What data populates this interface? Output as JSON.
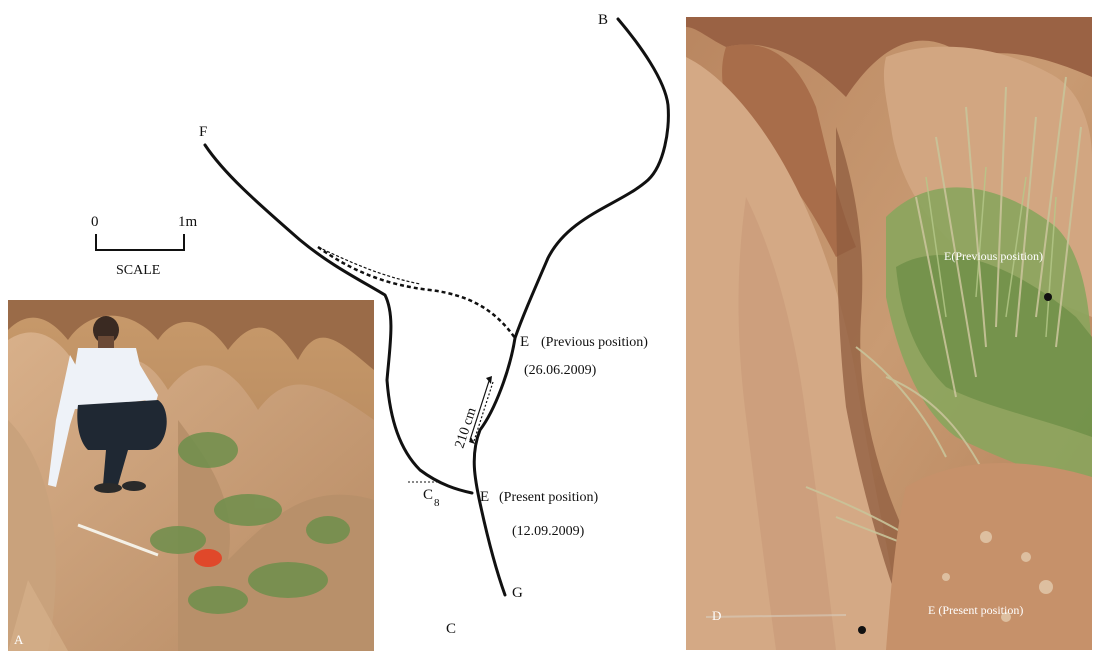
{
  "figure": {
    "panel_a_label": "A",
    "panel_c_label": "C",
    "panel_d_label": "D"
  },
  "scale_bar": {
    "start_label": "0",
    "end_label": "1m",
    "caption": "SCALE"
  },
  "sketch": {
    "point_b": "B",
    "point_f": "F",
    "point_g": "G",
    "point_c": "C",
    "point_c_subscript": "8",
    "point_e_previous": "E",
    "previous_position_label": "(Previous position)",
    "previous_date": "(26.06.2009)",
    "point_e_present": "E",
    "present_position_label": "(Present position)",
    "present_date": "(12.09.2009)",
    "distance_label": "210 cm"
  },
  "photo_d": {
    "previous_label": "E(Previous position)",
    "present_label": "E (Present position)"
  },
  "colors": {
    "soil_light": "#d9b48a",
    "soil_mid": "#c28f62",
    "soil_dark": "#8d5a3a",
    "grass": "#7d9a55",
    "shirt": "#e8eef6",
    "marker": "#e0482a"
  }
}
